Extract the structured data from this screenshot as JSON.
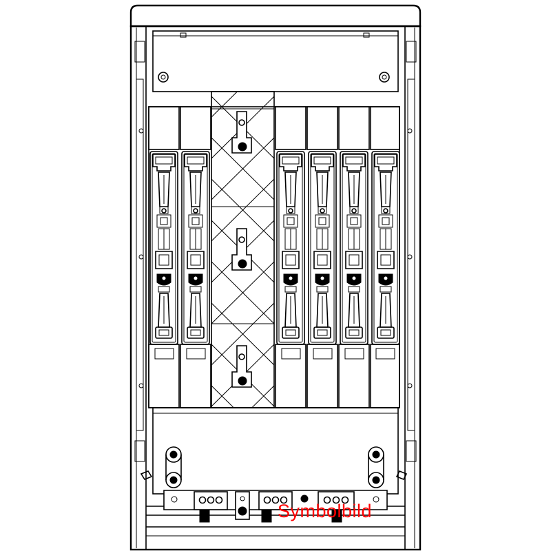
{
  "watermark": {
    "text": "Symbolbild",
    "color": "#ff0000"
  },
  "drawing": {
    "line_color": "#000000",
    "background": "#ffffff",
    "left_fuse_units": 2,
    "right_fuse_units": 4,
    "busbar_columns": 1
  }
}
